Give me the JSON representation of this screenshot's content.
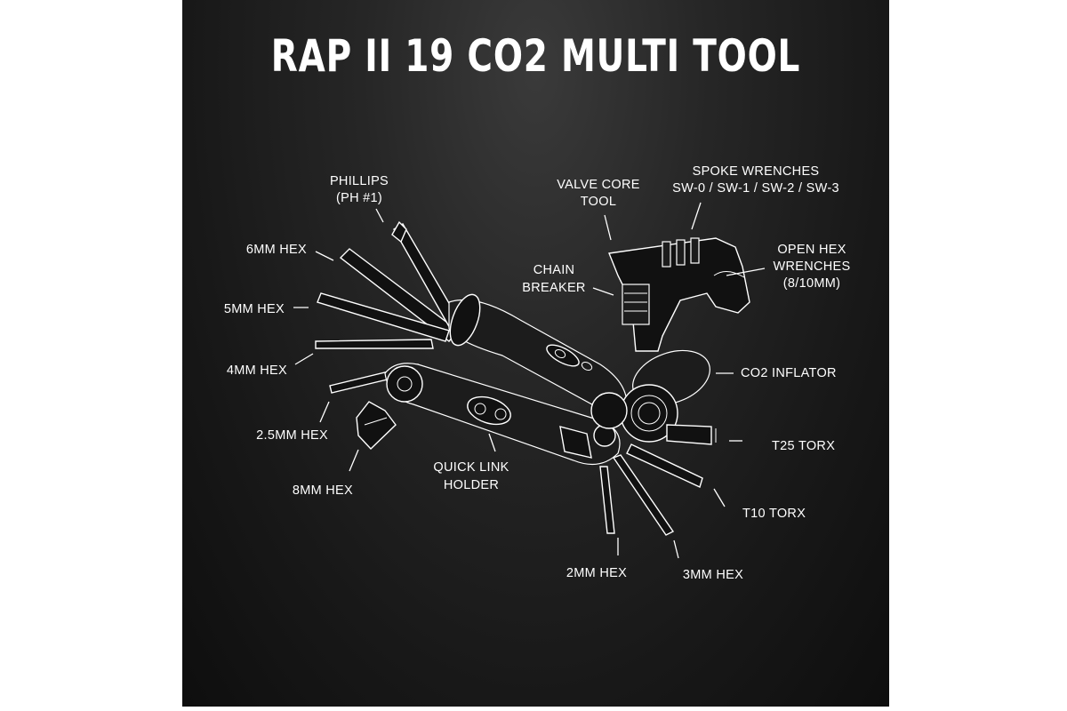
{
  "title": "RAP II 19 CO2 MULTI TOOL",
  "labels": {
    "phillips": [
      "PHILLIPS",
      "(PH #1)"
    ],
    "hex6": "6MM HEX",
    "hex5": "5MM HEX",
    "hex4": "4MM HEX",
    "hex25": "2.5MM HEX",
    "hex8": "8MM HEX",
    "valve": [
      "VALVE CORE",
      "TOOL"
    ],
    "spoke": [
      "SPOKE WRENCHES",
      "SW-0 / SW-1 / SW-2 / SW-3"
    ],
    "openhex": [
      "OPEN HEX",
      "WRENCHES",
      "(8/10MM)"
    ],
    "chain": [
      "CHAIN",
      "BREAKER"
    ],
    "co2": "CO2 INFLATOR",
    "t25": "T25 TORX",
    "t10": "T10 TORX",
    "quicklink": [
      "QUICK LINK",
      "HOLDER"
    ],
    "hex2": "2MM HEX",
    "hex3": "3MM HEX"
  },
  "colors": {
    "background": "#1e1e1e",
    "text": "#ffffff"
  }
}
